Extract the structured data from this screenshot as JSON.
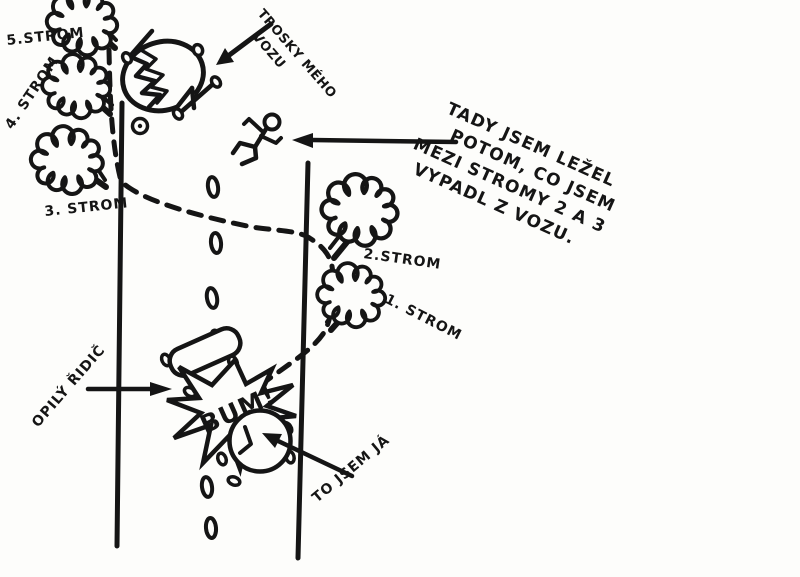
{
  "colors": {
    "ink": "#151515",
    "paper": "#fdfdfb"
  },
  "scene": {
    "trees": {
      "tree5": "5.STROM",
      "tree4": "4. STROM",
      "tree3": "3. STROM",
      "tree2": "2.STROM",
      "tree1": "1. STROM"
    },
    "wreck_note": {
      "line1": "TROSKY MÉHO",
      "line2": "VOZU"
    },
    "lying_note": {
      "line1": "TADY JSEM LEŽEL",
      "line2": "POTOM, CO JSEM",
      "line3": "MEZI STROMY 2 A 3",
      "line4": "VYPADL Z VOZU."
    },
    "drunk_driver_note": "OPILÝ ŘIDIČ",
    "me_note": "TO JSEM JÁ",
    "explosion_text": "BUM!"
  }
}
